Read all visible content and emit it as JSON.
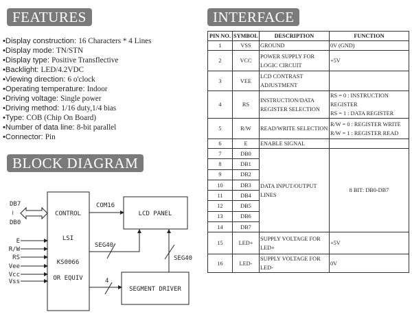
{
  "features": {
    "title": "FEATURES",
    "items": [
      {
        "label": "•Display construction: ",
        "value": "16 Characters * 4 Lines"
      },
      {
        "label": "•Display mode: ",
        "value": "TN/STN"
      },
      {
        "label": "•Display type: ",
        "value": "Positive Transflective"
      },
      {
        "label": "•Backlight: ",
        "value": "LED/4.2VDC"
      },
      {
        "label": "•Viewing direction: ",
        "value": "6 o'clock"
      },
      {
        "label": "•Operating temperature: ",
        "value": "Indoor"
      },
      {
        "label": "•Driving voltage: ",
        "value": "Single power"
      },
      {
        "label": "•Driving method: ",
        "value": "1/16 duty,1/4 bias"
      },
      {
        "label": "•Type: ",
        "value": "COB (Chip On Board)"
      },
      {
        "label": "•Number of data line: ",
        "value": "8-bit parallel"
      },
      {
        "label": "•Connector: ",
        "value": "Pin"
      }
    ]
  },
  "interface": {
    "title": "INTERFACE",
    "headers": [
      "PIN NO.",
      "SYMBOL",
      "DESCRIPTION",
      "FUNCTION"
    ],
    "rows": [
      {
        "pin": "1",
        "symbol": "VSS",
        "desc": "GROUND",
        "func": "0V (GND)"
      },
      {
        "pin": "2",
        "symbol": "VCC",
        "desc": "POWER SUPPLY FOR LOGIC CIRCUIT",
        "func": "+5V"
      },
      {
        "pin": "3",
        "symbol": "VEE",
        "desc": "LCD CONTRAST ADJUSTMENT",
        "func": ""
      },
      {
        "pin": "4",
        "symbol": "RS",
        "desc": "INSTRUCTION/DATA REGISTER SELECTION",
        "func": "RS = 0 : INSTRUCTION REGISTER",
        "func2": "RS = 1 : DATA REGISTER"
      },
      {
        "pin": "5",
        "symbol": "R/W",
        "desc": "READ/WRITE SELECTION",
        "func": "R/W = 0 : REGISTER WRITE",
        "func2": "R/W = 1 : REGISTER READ"
      },
      {
        "pin": "6",
        "symbol": "E",
        "desc": "ENABLE SIGNAL",
        "func": ""
      },
      {
        "pin": "7",
        "symbol": "DB0",
        "desc": "DATA INPUT/OUTPUT LINES",
        "func": "8 BIT: DB0-DB7"
      },
      {
        "pin": "8",
        "symbol": "DB1"
      },
      {
        "pin": "9",
        "symbol": "DB2"
      },
      {
        "pin": "10",
        "symbol": "DB3"
      },
      {
        "pin": "11",
        "symbol": "DB4"
      },
      {
        "pin": "12",
        "symbol": "DB5"
      },
      {
        "pin": "13",
        "symbol": "DB6"
      },
      {
        "pin": "14",
        "symbol": "DB7"
      },
      {
        "pin": "15",
        "symbol": "LED+",
        "desc": "SUPPLY VOLTAGE FOR LED+",
        "func": "+5V"
      },
      {
        "pin": "16",
        "symbol": "LED-",
        "desc": "SUPPLY VOLTAGE FOR LED-",
        "func": "0V"
      }
    ]
  },
  "block_diagram": {
    "title": "BLOCK DIAGRAM",
    "bus_top": "DB7",
    "bus_sep": "≀",
    "bus_bottom": "DB0",
    "inputs": [
      "E",
      "R/W",
      "RS",
      "Vee",
      "Vcc",
      "Vss"
    ],
    "controller": [
      "CONTROL",
      "LSI",
      "KS0066",
      "OR EQUIV"
    ],
    "lcd_panel": "LCD PANEL",
    "segment_driver": "SEGMENT DRIVER",
    "com_label": "COM16",
    "seg_label_1": "SEG40",
    "seg_label_2": "SEG40",
    "bus4_label": "4"
  }
}
